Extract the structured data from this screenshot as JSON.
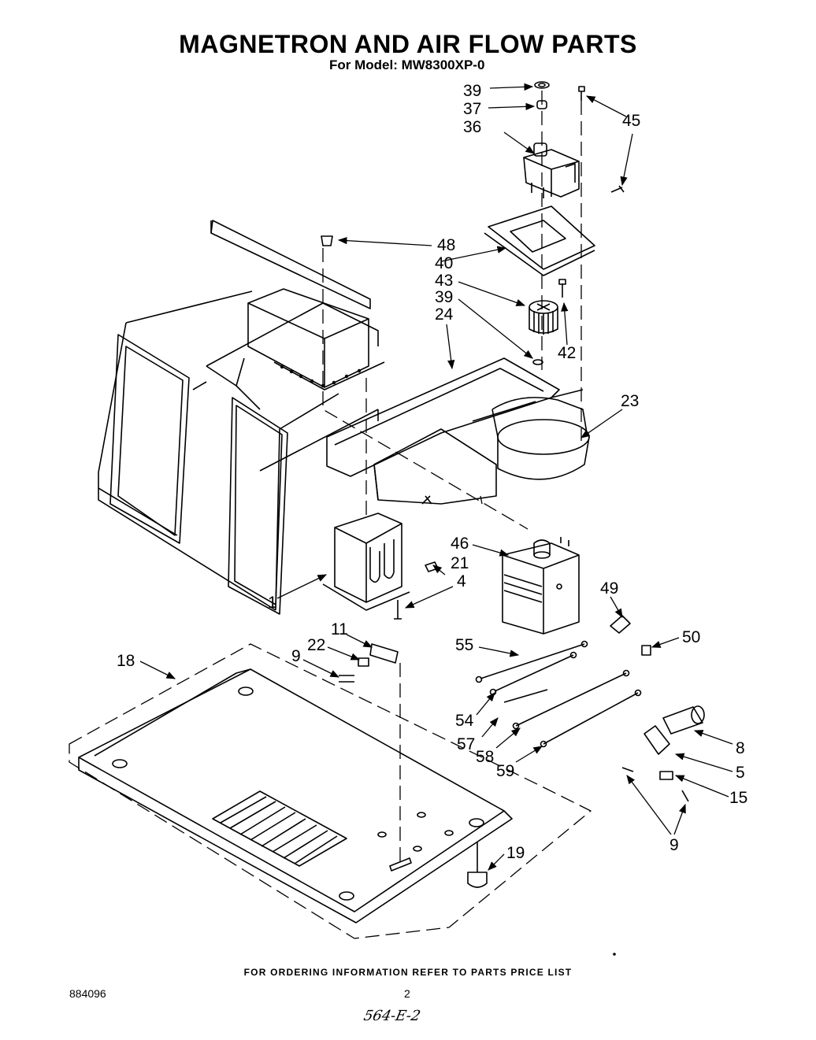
{
  "title": "MAGNETRON AND AIR FLOW PARTS",
  "subtitle": "For Model: MW8300XP-0",
  "footer": "FOR ORDERING INFORMATION REFER TO PARTS PRICE LIST",
  "doc_number": "884096",
  "page_number": "2",
  "handwritten_note": "564-E-2",
  "callouts": [
    {
      "id": "c39a",
      "text": "39"
    },
    {
      "id": "c37",
      "text": "37"
    },
    {
      "id": "c36",
      "text": "36"
    },
    {
      "id": "c45",
      "text": "45"
    },
    {
      "id": "c48",
      "text": "48"
    },
    {
      "id": "c40",
      "text": "40"
    },
    {
      "id": "c43",
      "text": "43"
    },
    {
      "id": "c39b",
      "text": "39"
    },
    {
      "id": "c24",
      "text": "24"
    },
    {
      "id": "c42",
      "text": "42"
    },
    {
      "id": "c23",
      "text": "23"
    },
    {
      "id": "c46",
      "text": "46"
    },
    {
      "id": "c21",
      "text": "21"
    },
    {
      "id": "c4",
      "text": "4"
    },
    {
      "id": "c49",
      "text": "49"
    },
    {
      "id": "c1",
      "text": "1"
    },
    {
      "id": "c11",
      "text": "11"
    },
    {
      "id": "c22",
      "text": "22"
    },
    {
      "id": "c9a",
      "text": "9"
    },
    {
      "id": "c55",
      "text": "55"
    },
    {
      "id": "c50",
      "text": "50"
    },
    {
      "id": "c18",
      "text": "18"
    },
    {
      "id": "c54",
      "text": "54"
    },
    {
      "id": "c57",
      "text": "57"
    },
    {
      "id": "c58",
      "text": "58"
    },
    {
      "id": "c59",
      "text": "59"
    },
    {
      "id": "c8",
      "text": "8"
    },
    {
      "id": "c5",
      "text": "5"
    },
    {
      "id": "c15",
      "text": "15"
    },
    {
      "id": "c9b",
      "text": "9"
    },
    {
      "id": "c19",
      "text": "19"
    }
  ]
}
